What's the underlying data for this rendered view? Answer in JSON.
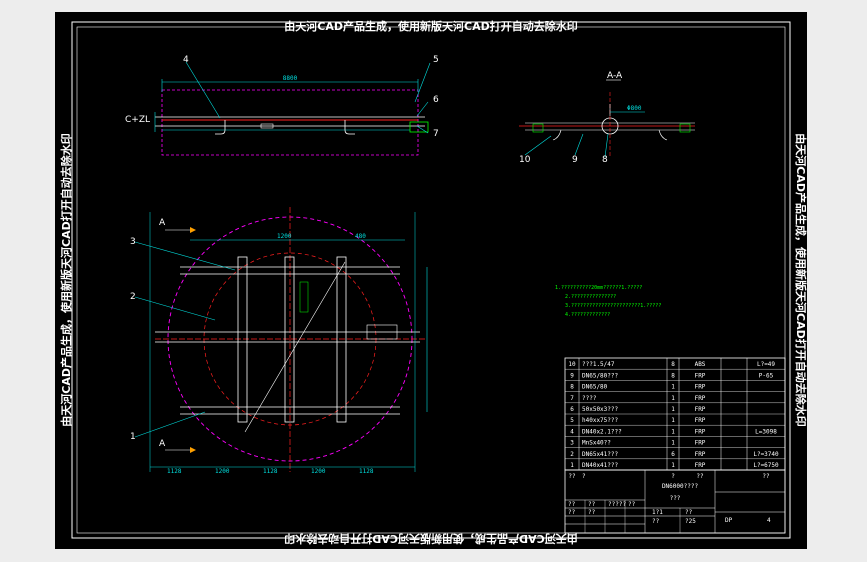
{
  "watermark": {
    "top": "由天河CAD产品生成，使用新版天河CAD打开自动去除水印",
    "bottom": "由天河CAD产品生成，使用新版天河CAD打开自动去除水印",
    "left": "由天河CAD产品生成，使用新版天河CAD打开自动去除水印",
    "right": "由天河CAD产品生成，使用新版天河CAD打开自动去除水印"
  },
  "section_title": "A-A",
  "top_view_callouts": [
    "4",
    "5",
    "6",
    "7"
  ],
  "top_view_left_label": "C+ZL",
  "top_view_dim": "8800",
  "section_callouts": [
    "10",
    "9",
    "8"
  ],
  "section_dim": "Φ800",
  "plan_callouts": [
    "3",
    "2",
    "1"
  ],
  "section_marker": "A",
  "plan_dims": {
    "top": [
      "1200",
      "480"
    ],
    "bottom": [
      "1128",
      "1200",
      "1128",
      "1200",
      "1128"
    ]
  },
  "notes": [
    "1.??????????20mm??????1.?????",
    "2.???????????????",
    "3.???????????????????????1.?????",
    "4.?????????????"
  ],
  "parts_table": {
    "rows": [
      {
        "no": "10",
        "name": "???1.5/47",
        "qty": "8",
        "mat": "ABS",
        "remark": "L?=49"
      },
      {
        "no": "9",
        "name": "DN65/80???",
        "qty": "8",
        "mat": "FRP",
        "remark": "P-65"
      },
      {
        "no": "8",
        "name": "DN65/80",
        "qty": "1",
        "mat": "FRP",
        "remark": ""
      },
      {
        "no": "7",
        "name": "????",
        "qty": "1",
        "mat": "FRP",
        "remark": ""
      },
      {
        "no": "6",
        "name": "50x50x3???",
        "qty": "1",
        "mat": "FRP",
        "remark": ""
      },
      {
        "no": "5",
        "name": "h40xx75???",
        "qty": "1",
        "mat": "FRP",
        "remark": ""
      },
      {
        "no": "4",
        "name": "DN40x2.1???",
        "qty": "1",
        "mat": "FRP",
        "remark": "L=3098"
      },
      {
        "no": "3",
        "name": "MnSx40??",
        "qty": "1",
        "mat": "FRP",
        "remark": ""
      },
      {
        "no": "2",
        "name": "DN65x41???",
        "qty": "6",
        "mat": "FRP",
        "remark": "L?=3740"
      },
      {
        "no": "1",
        "name": "DN40x41???",
        "qty": "1",
        "mat": "FRP",
        "remark": "L?=6750"
      }
    ],
    "header": {
      "no": "??",
      "name": "?",
      "qty": "?",
      "mat": "??",
      "remark": "??"
    }
  },
  "title_block": {
    "drawing_title": "DN6000????",
    "subtitle": "???",
    "code": "DP",
    "sheet": "4",
    "small": [
      "??",
      "??",
      "?????",
      "??",
      "??",
      "??",
      "1?1",
      "??",
      "??",
      "?25"
    ]
  },
  "colors": {
    "background": "#000000",
    "frame": "#ffffff",
    "cyan": "#00e0e0",
    "magenta": "#ff00ff",
    "red": "#ff2020",
    "green": "#00ff00"
  }
}
